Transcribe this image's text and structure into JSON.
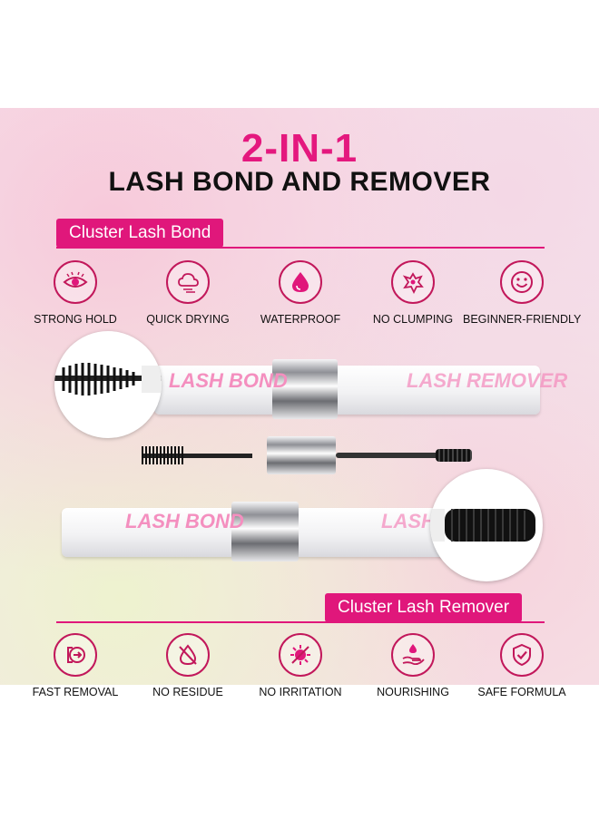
{
  "headline": "2-IN-1",
  "subheadline": "LASH BOND AND REMOVER",
  "bond": {
    "label": "Cluster Lash Bond",
    "features": [
      {
        "icon": "eye-icon",
        "label": "STRONG HOLD"
      },
      {
        "icon": "fast-dry-icon",
        "label": "QUICK DRYING"
      },
      {
        "icon": "water-drop-icon",
        "label": "WATERPROOF"
      },
      {
        "icon": "no-clump-icon",
        "label": "NO CLUMPING"
      },
      {
        "icon": "smile-icon",
        "label": "BEGINNER-FRIENDLY"
      }
    ]
  },
  "remover": {
    "label": "Cluster Lash Remover",
    "features": [
      {
        "icon": "exit-arrow-icon",
        "label": "FAST REMOVAL"
      },
      {
        "icon": "no-residue-icon",
        "label": "NO RESIDUE"
      },
      {
        "icon": "no-irritation-icon",
        "label": "NO IRRITATION"
      },
      {
        "icon": "hand-drop-icon",
        "label": "NOURISHING"
      },
      {
        "icon": "shield-check-icon",
        "label": "SAFE FORMULA"
      }
    ]
  },
  "product": {
    "tube_text_left": "LASH BOND",
    "tube_text_right": "LASH REMOVER"
  },
  "colors": {
    "accent": "#e0177b",
    "icon_stroke": "#c2185b"
  }
}
